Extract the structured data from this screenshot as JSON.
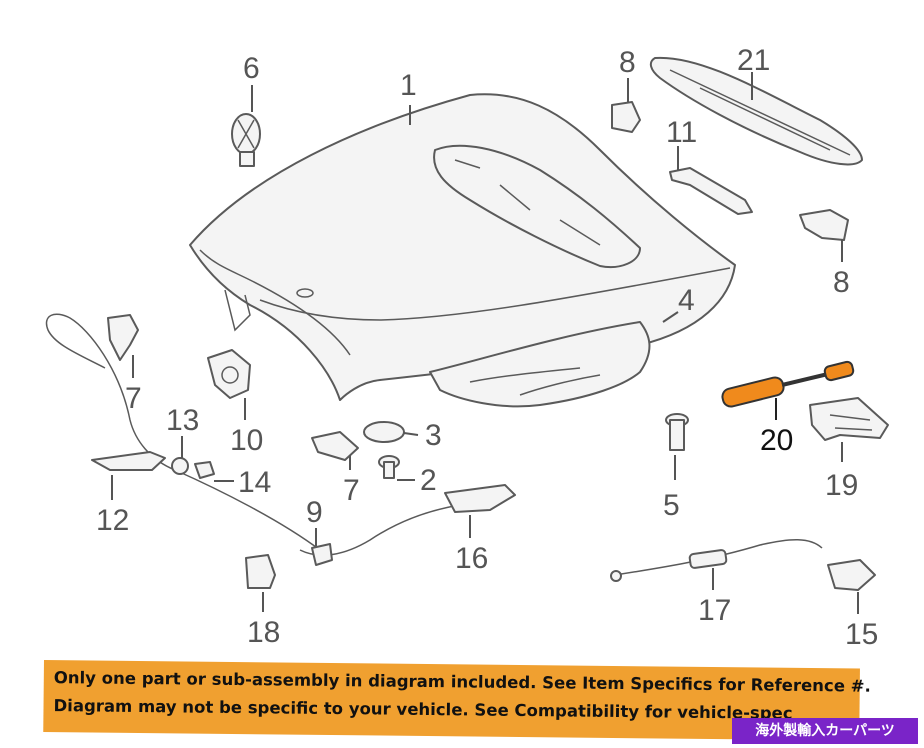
{
  "callouts": {
    "c1": "1",
    "c2": "2",
    "c3": "3",
    "c4": "4",
    "c5": "5",
    "c6": "6",
    "c7a": "7",
    "c7b": "7",
    "c8a": "8",
    "c8b": "8",
    "c9": "9",
    "c10": "10",
    "c11": "11",
    "c12": "12",
    "c13": "13",
    "c14": "14",
    "c15": "15",
    "c16": "16",
    "c17": "17",
    "c18": "18",
    "c19": "19",
    "c20": "20",
    "c21": "21"
  },
  "highlight_color": "#f08a1c",
  "banner": {
    "line1": "Only one part or sub-assembly in diagram included. See Item Specifics for Reference #.",
    "line2": "Diagram may not be specific to your vehicle. See Compatibility for vehicle-spec"
  },
  "watermark": "海外製輸入カーパーツ"
}
